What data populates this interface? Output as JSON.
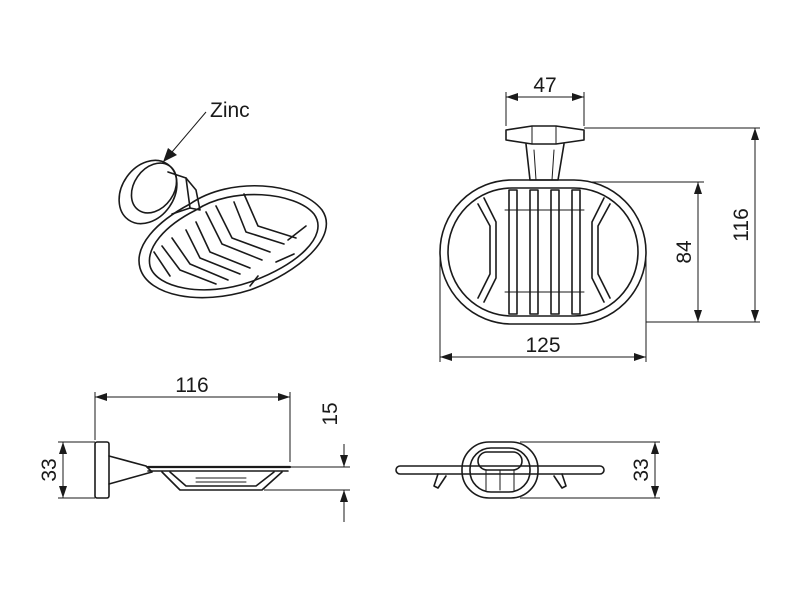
{
  "annotations": {
    "material": "Zinc"
  },
  "dimensions": {
    "top_width": "47",
    "side_height_total": "116",
    "dish_height": "84",
    "dish_width": "125",
    "depth_projection": "116",
    "thickness": "15",
    "side_height": "33",
    "front_height": "33"
  },
  "colors": {
    "line": "#1a1a1a",
    "background": "#ffffff"
  }
}
